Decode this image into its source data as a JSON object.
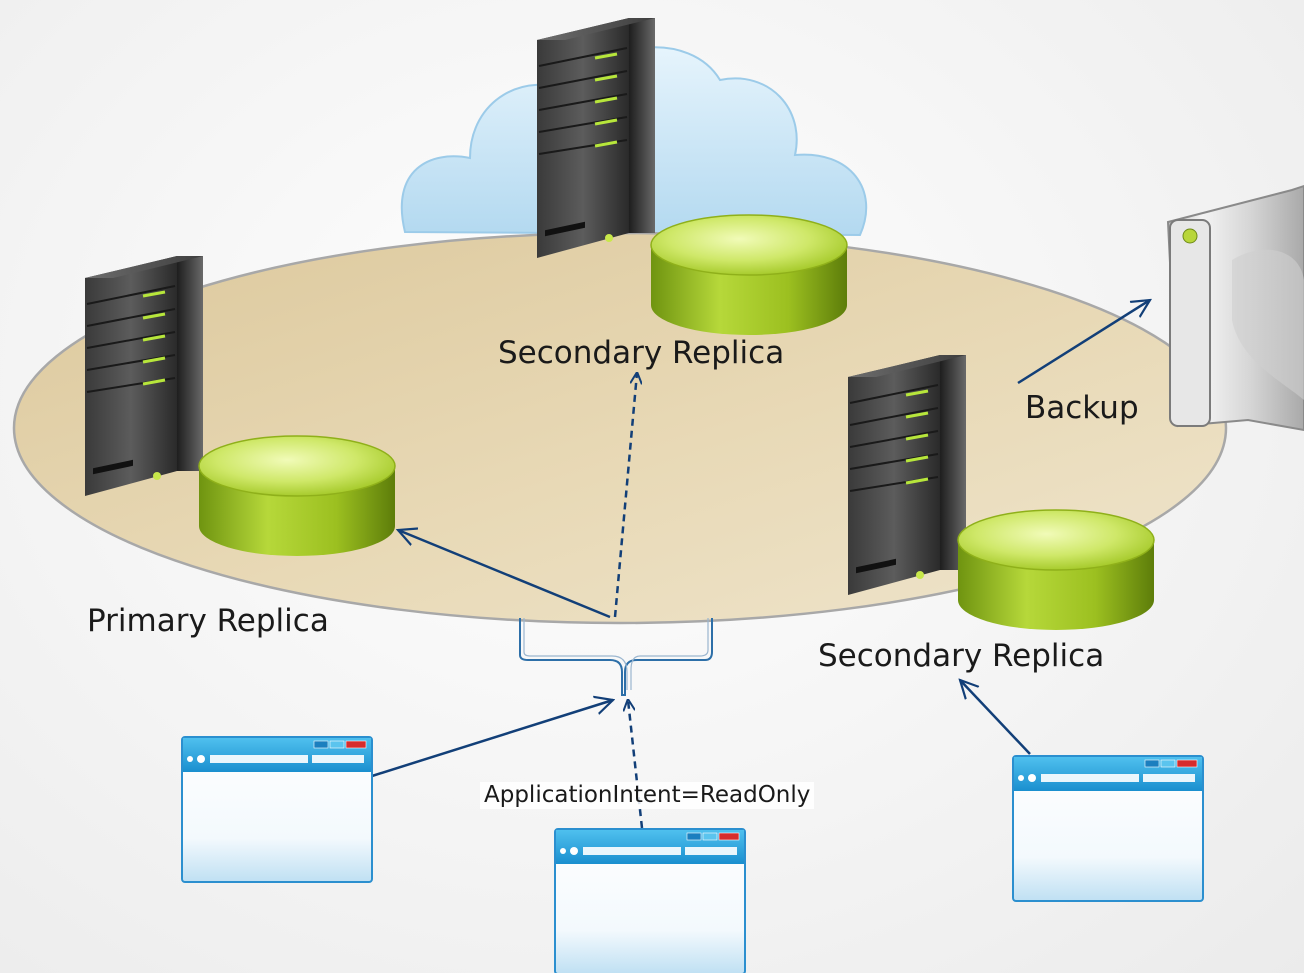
{
  "labels": {
    "primary_replica": "Primary Replica",
    "secondary_replica_top": "Secondary Replica",
    "secondary_replica_right": "Secondary Replica",
    "backup": "Backup",
    "application_intent": "ApplicationIntent=ReadOnly"
  },
  "colors": {
    "platform_fill": "#e6d5b0",
    "database_green": "#a9cc2a",
    "arrow_navy": "#123f78",
    "server_dark": "#2c2c2c",
    "cloud_blue": "#b7dcf2",
    "window_blue": "#2aa5de"
  },
  "icons": [
    "cloud-icon",
    "server-icon",
    "database-icon",
    "backup-drive-icon",
    "app-window-icon"
  ]
}
